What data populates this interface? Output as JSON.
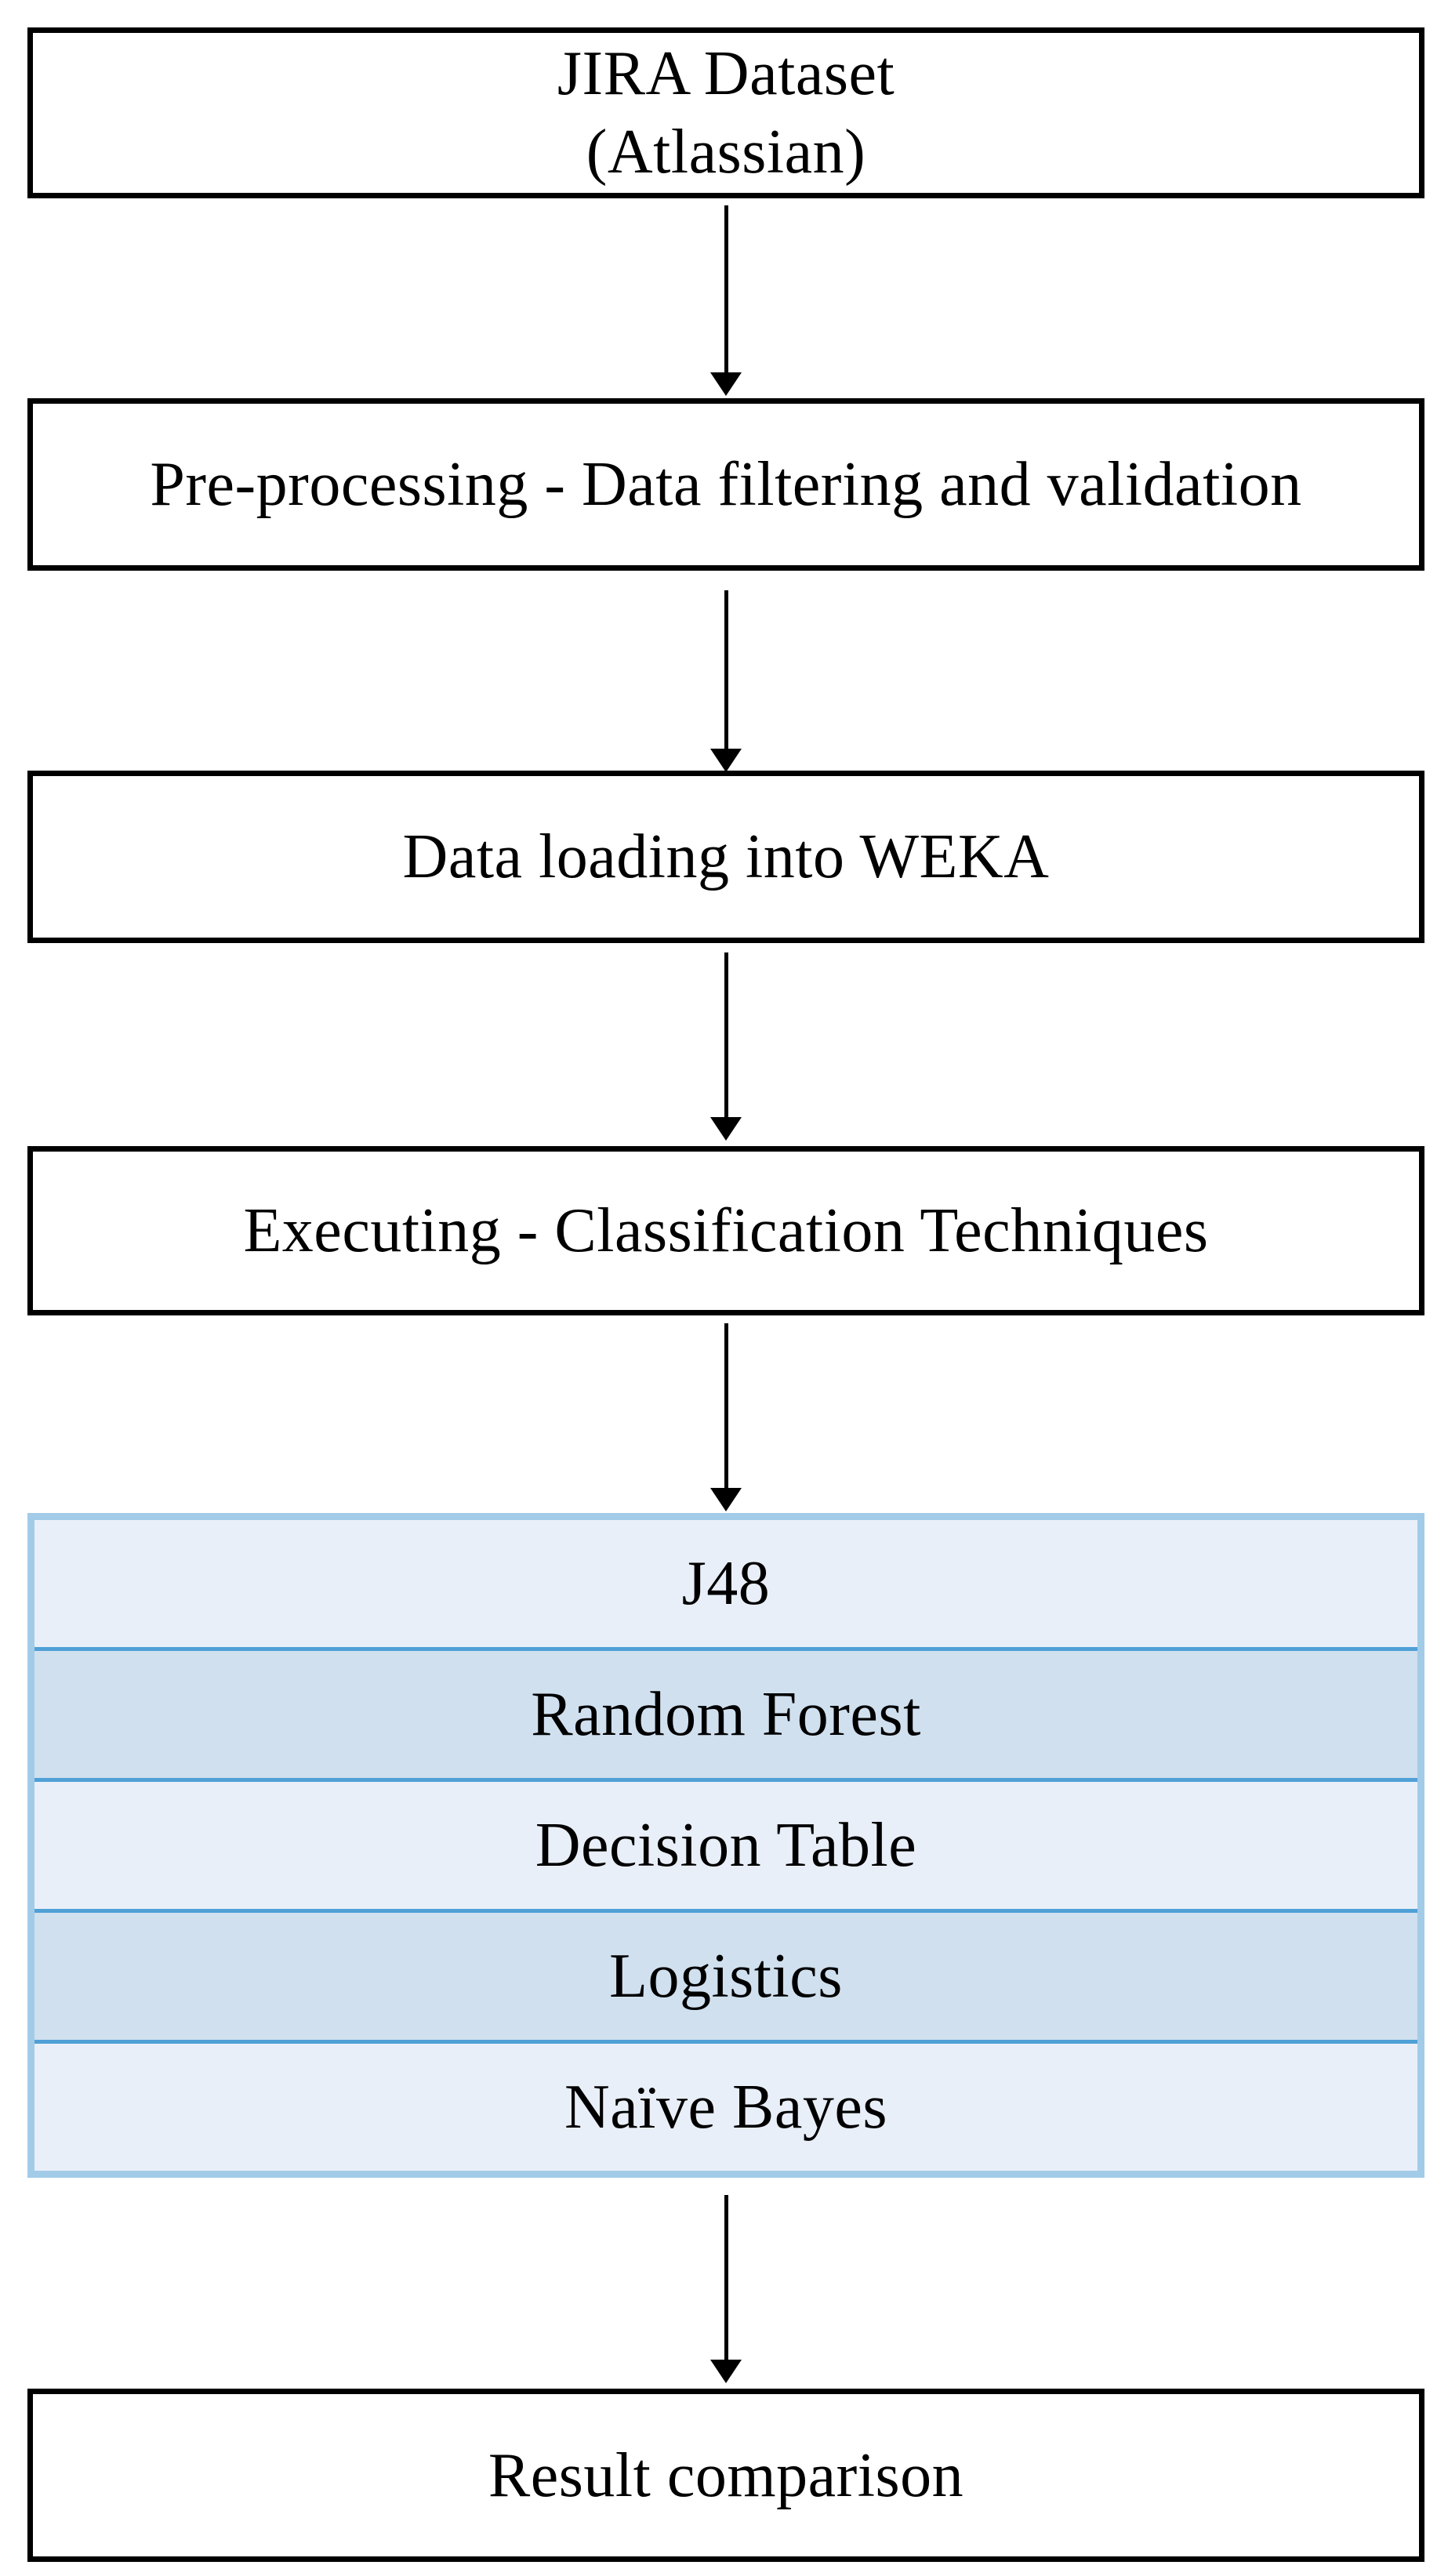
{
  "flow": {
    "nodes": [
      {
        "id": "jira-dataset",
        "lines": [
          "JIRA Dataset",
          "(Atlassian)"
        ]
      },
      {
        "id": "pre-processing",
        "label": "Pre-processing - Data filtering and validation"
      },
      {
        "id": "data-loading",
        "label": "Data loading into WEKA"
      },
      {
        "id": "executing",
        "label": "Executing - Classification Techniques"
      },
      {
        "id": "result-comparison",
        "label": "Result comparison"
      }
    ],
    "classifier_table": {
      "rows": [
        {
          "label": "J48"
        },
        {
          "label": "Random Forest"
        },
        {
          "label": "Decision Table"
        },
        {
          "label": "Logistics"
        },
        {
          "label": "Naïve Bayes"
        }
      ]
    },
    "colors": {
      "row_light": "#e9eff8",
      "row_dark": "#d0e0ef",
      "table_border": "#a2cbe8",
      "row_separator": "#4fa0d6",
      "box_border": "#000000",
      "arrow_color": "#000000",
      "canvas_bg": "#ffffff"
    }
  }
}
